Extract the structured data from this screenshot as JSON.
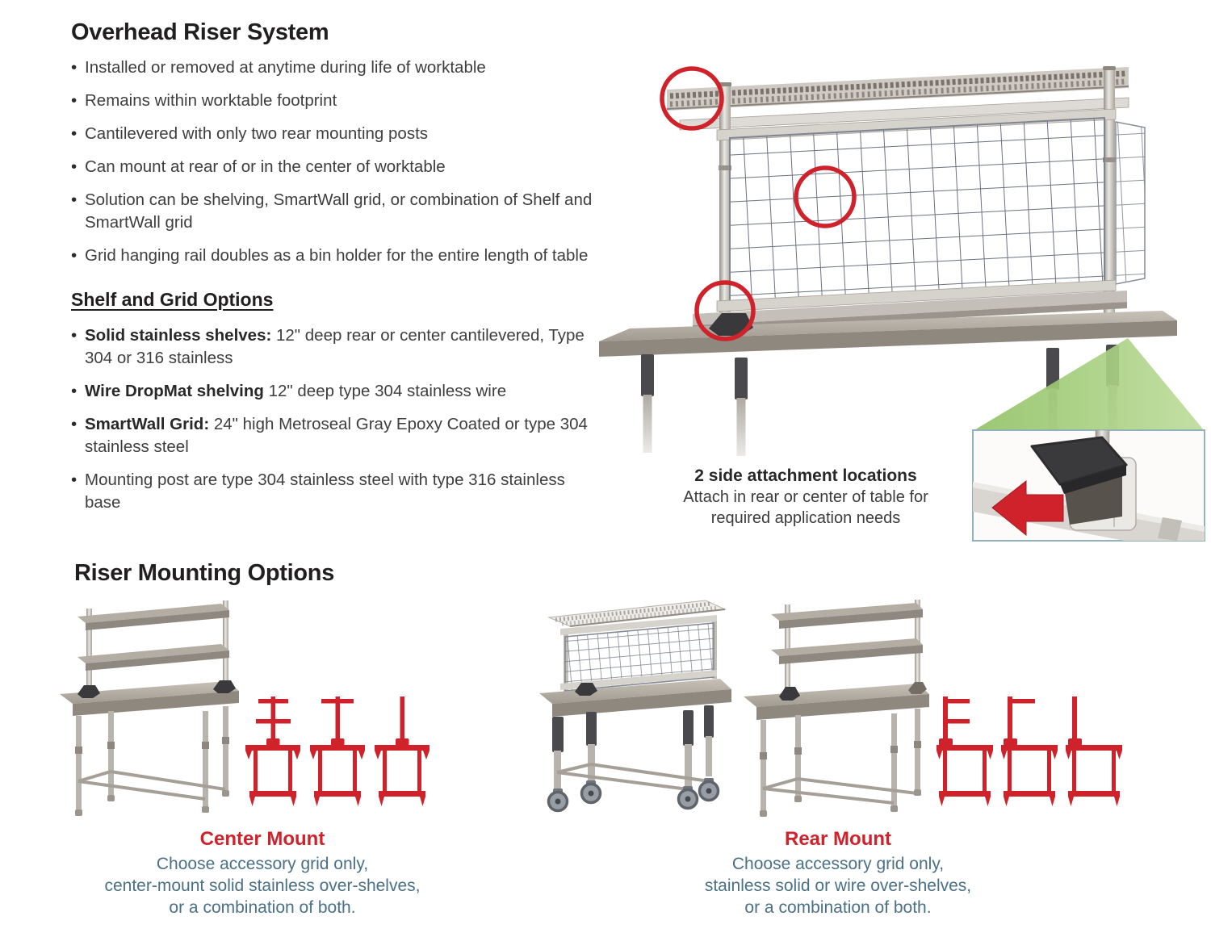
{
  "header": {
    "title": "Overhead Riser System"
  },
  "overview_bullets": [
    "Installed or removed at anytime during life of worktable",
    "Remains within worktable footprint",
    "Cantilevered with only two rear mounting posts",
    "Can mount at rear of or in the center of worktable",
    "Solution can be shelving, SmartWall grid, or combination of Shelf and SmartWall grid",
    "Grid hanging rail doubles as a bin holder for the entire length of table"
  ],
  "shelf_grid": {
    "title": "Shelf and Grid Options",
    "items": [
      {
        "lead": "Solid stainless shelves:",
        "rest": " 12\" deep rear or center cantilevered, Type 304 or 316 stainless"
      },
      {
        "lead": "Wire DropMat shelving",
        "rest": " 12\" deep type 304 stainless wire"
      },
      {
        "lead": "SmartWall Grid:",
        "rest": " 24\" high Metroseal Gray Epoxy Coated or type 304 stainless steel"
      },
      {
        "lead": "",
        "rest": "Mounting post are type 304 stainless steel with type 316 stainless base"
      }
    ]
  },
  "hero": {
    "callout_title": "2 side attachment locations",
    "callout_line1": "Attach in rear or center of table for",
    "callout_line2": "required application needs"
  },
  "mounting": {
    "title": "Riser Mounting Options",
    "center": {
      "title": "Center Mount",
      "lines": [
        "Choose accessory grid only,",
        "center-mount solid stainless over-shelves,",
        "or a combination of both."
      ]
    },
    "rear": {
      "title": "Rear Mount",
      "lines": [
        "Choose accessory grid only,",
        "stainless solid or wire over-shelves,",
        "or a combination of both."
      ]
    }
  },
  "icons": {
    "center_mount_variants": [
      "center-post-two-shelves",
      "center-post-one-shelf",
      "center-post-only"
    ],
    "rear_mount_variants": [
      "rear-post-two-shelves",
      "rear-post-one-shelf",
      "rear-post-only"
    ]
  },
  "colors": {
    "accent_red": "#cf222b",
    "caption_blue": "#4a7086",
    "heading_black": "#201e1e",
    "body_gray": "#3e3e3e",
    "callout_green": "#a6cd79",
    "inset_border": "#8fb2bb"
  }
}
